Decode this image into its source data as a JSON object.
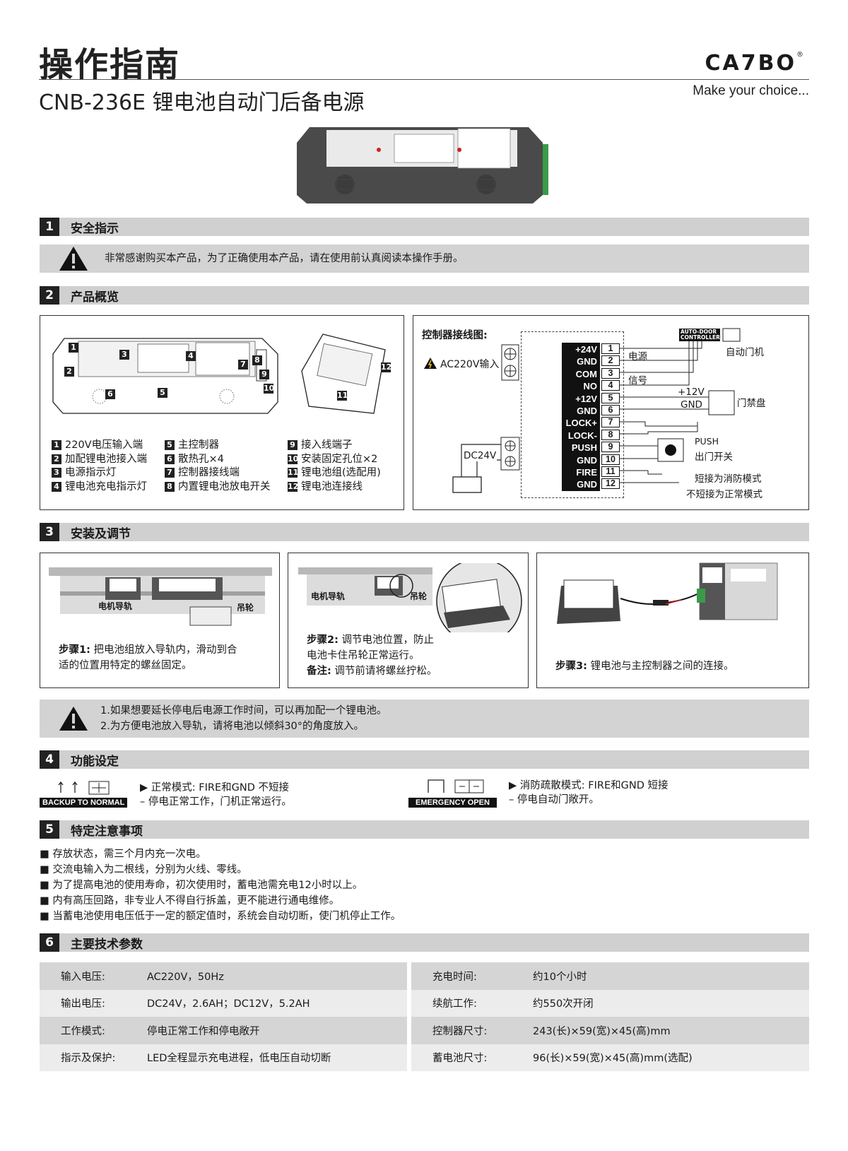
{
  "header": {
    "title": "操作指南",
    "subtitle": "CNB-236E 锂电池自动门后备电源",
    "logo": "CA7BO",
    "logo_mark": "®",
    "slogan": "Make  your choice..."
  },
  "sections": {
    "s1": {
      "num": "1",
      "title": "安全指示",
      "note": "非常感谢购买本产品，为了正确使用本产品，请在使用前认真阅读本操作手册。"
    },
    "s2": {
      "num": "2",
      "title": "产品概览"
    },
    "s3": {
      "num": "3",
      "title": "安装及调节"
    },
    "s4": {
      "num": "4",
      "title": "功能设定"
    },
    "s5": {
      "num": "5",
      "title": "特定注意事项"
    },
    "s6": {
      "num": "6",
      "title": "主要技术参数"
    }
  },
  "overview": {
    "callouts": [
      "1",
      "2",
      "3",
      "4",
      "5",
      "6",
      "7",
      "8",
      "9",
      "10",
      "11",
      "12"
    ],
    "legend": [
      {
        "n": "1",
        "text": "220V电压输入端"
      },
      {
        "n": "2",
        "text": "加配锂电池接入端"
      },
      {
        "n": "3",
        "text": "电源指示灯"
      },
      {
        "n": "4",
        "text": "锂电池充电指示灯"
      },
      {
        "n": "5",
        "text": "主控制器"
      },
      {
        "n": "6",
        "text": "散热孔×4"
      },
      {
        "n": "7",
        "text": "控制器接线端"
      },
      {
        "n": "8",
        "text": "内置锂电池放电开关"
      },
      {
        "n": "9",
        "text": "接入线端子"
      },
      {
        "n": "10",
        "text": "安装固定孔位×2"
      },
      {
        "n": "11",
        "text": "锂电池组(选配用)"
      },
      {
        "n": "12",
        "text": "锂电池连接线"
      }
    ]
  },
  "wiring": {
    "title": "控制器接线图:",
    "ac_input": "AC220V输入",
    "dc_label": "DC24V",
    "terminals": [
      {
        "label": "+24V",
        "num": "1"
      },
      {
        "label": "GND",
        "num": "2"
      },
      {
        "label": "COM",
        "num": "3"
      },
      {
        "label": "NO",
        "num": "4"
      },
      {
        "label": "+12V",
        "num": "5"
      },
      {
        "label": "GND",
        "num": "6"
      },
      {
        "label": "LOCK+",
        "num": "7"
      },
      {
        "label": "LOCK-",
        "num": "8"
      },
      {
        "label": "PUSH",
        "num": "9"
      },
      {
        "label": "GND",
        "num": "10"
      },
      {
        "label": "FIRE",
        "num": "11"
      },
      {
        "label": "GND",
        "num": "12"
      }
    ],
    "controller_box": "AUTO-DOOR CONTROLLER",
    "power": "电源",
    "signal": "信号",
    "door_machine": "自动门机",
    "plus12v": "+12V",
    "gnd": "GND",
    "access_panel": "门禁盘",
    "push": "PUSH",
    "exit_switch": "出门开关",
    "short_fire": "短接为消防模式",
    "noshort_normal": "不短接为正常模式"
  },
  "install": {
    "rail_label": "电机导轨",
    "wheel_label": "吊轮",
    "step1_label": "步骤1:",
    "step1_text_a": " 把电池组放入导轨内，滑动到合",
    "step1_text_b": "适的位置用特定的螺丝固定。",
    "step2_label": "步骤2:",
    "step2_text_a": " 调节电池位置，防止",
    "step2_text_b": "电池卡住吊轮正常运行。",
    "note_label": "备注:",
    "note_text": "  调节前请将螺丝拧松。",
    "step3_label": "步骤3:",
    "step3_text": " 锂电池与主控制器之间的连接。",
    "warn1": "1.如果想要延长停电后电源工作时间，可以再加配一个锂电池。",
    "warn2": "2.为方便电池放入导轨，请将电池以倾斜30°的角度放入。"
  },
  "function": {
    "normal_badge": "BACKUP TO NORMAL",
    "normal_line1": "正常模式: FIRE和GND 不短接",
    "normal_line2": "停电正常工作，门机正常运行。",
    "emergency_badge": "EMERGENCY OPEN",
    "emergency_line1": "消防疏散模式: FIRE和GND 短接",
    "emergency_line2": "停电自动门敞开。"
  },
  "notes": [
    "存放状态，需三个月内充一次电。",
    "交流电输入为二根线，分别为火线、零线。",
    "为了提高电池的使用寿命，初次使用时，蓄电池需充电12小时以上。",
    "内有高压回路，非专业人不得自行拆盖，更不能进行通电维修。",
    "当蓄电池使用电压低于一定的额定值时，系统会自动切断，使门机停止工作。"
  ],
  "specs": [
    {
      "k1": "输入电压:",
      "v1": "AC220V，50Hz",
      "k2": "充电时间:",
      "v2": "约10个小时"
    },
    {
      "k1": "输出电压:",
      "v1": "DC24V，2.6AH；DC12V，5.2AH",
      "k2": "续航工作:",
      "v2": "约550次开闭"
    },
    {
      "k1": "工作模式:",
      "v1": "停电正常工作和停电敞开",
      "k2": "控制器尺寸:",
      "v2": "243(长)×59(宽)×45(高)mm"
    },
    {
      "k1": "指示及保护:",
      "v1": "LED全程显示充电进程，低电压自动切断",
      "k2": "蓄电池尺寸:",
      "v2": "96(长)×59(宽)×45(高)mm(选配)"
    }
  ],
  "colors": {
    "section_bg": "#d0d0d0",
    "dark": "#222222",
    "red": "#cc2222",
    "green": "#2a8a3a"
  }
}
